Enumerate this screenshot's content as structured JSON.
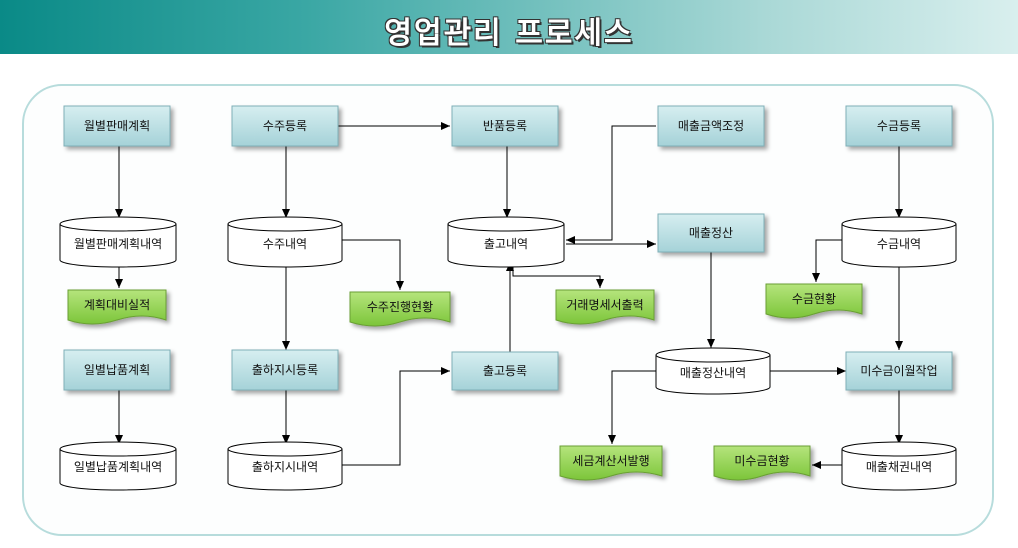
{
  "title": "영업관리 프로세스",
  "boxes": [
    "월별판매계획",
    "수주등록",
    "반품등록",
    "매출금액조정",
    "수금등록",
    "매출정산",
    "일별납품계획",
    "출하지시등록",
    "출고등록",
    "미수금이월작업"
  ],
  "datastores": [
    "월별판매계획내역",
    "수주내역",
    "출고내역",
    "수금내역",
    "매출정산내역",
    "일별납품계획내역",
    "출하지시내역",
    "매출채권내역"
  ],
  "documents": [
    "계획대비실적",
    "수주진행현황",
    "거래명세서출력",
    "수금현황",
    "세금계산서발행",
    "미수금현황"
  ],
  "colors": {
    "header": "#0a8a87",
    "process_box": "#b4dbe0",
    "document": "#8ed14a",
    "datastore": "#ffffff",
    "frame": "#b7dcdc"
  }
}
